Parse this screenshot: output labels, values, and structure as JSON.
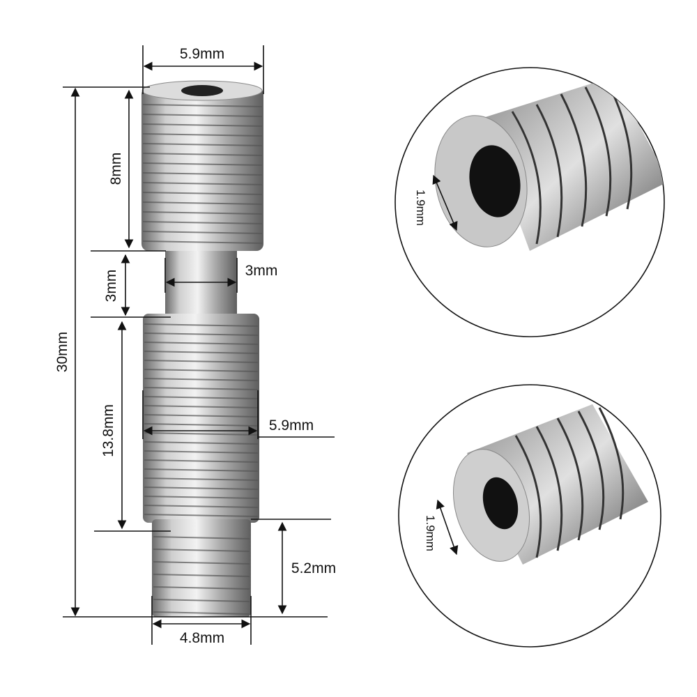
{
  "dimensions": {
    "top_diameter": "5.9mm",
    "top_thread_length": "8mm",
    "neck_length": "3mm",
    "neck_diameter": "3mm",
    "total_length": "30mm",
    "middle_thread_length": "13.8mm",
    "middle_diameter": "5.9mm",
    "bottom_length": "5.2mm",
    "bottom_diameter": "4.8mm"
  },
  "details": {
    "top_view_bore": "1.9mm",
    "bottom_view_bore": "1.9mm"
  },
  "colors": {
    "line": "#111111",
    "metal_light": "#e6e6e6",
    "metal_dark": "#6d6d6d"
  }
}
